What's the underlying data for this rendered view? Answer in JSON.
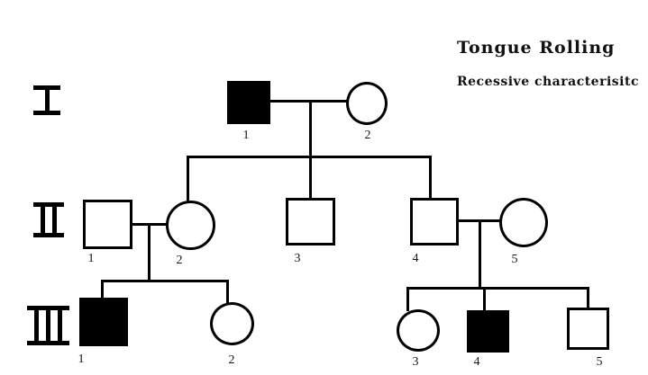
{
  "header": {
    "title": "Tongue Rolling",
    "subtitle": "Recessive characterisitc"
  },
  "pedigree": {
    "trait": "Tongue Rolling",
    "inheritance": "Recessive",
    "generations": [
      {
        "label": "I",
        "individuals": [
          {
            "number": "1",
            "sex": "male",
            "affected": true
          },
          {
            "number": "2",
            "sex": "female",
            "affected": false
          }
        ]
      },
      {
        "label": "II",
        "individuals": [
          {
            "number": "1",
            "sex": "male",
            "affected": false
          },
          {
            "number": "2",
            "sex": "female",
            "affected": false
          },
          {
            "number": "3",
            "sex": "male",
            "affected": false
          },
          {
            "number": "4",
            "sex": "male",
            "affected": false
          },
          {
            "number": "5",
            "sex": "female",
            "affected": false
          }
        ]
      },
      {
        "label": "III",
        "individuals": [
          {
            "number": "1",
            "sex": "male",
            "affected": true
          },
          {
            "number": "2",
            "sex": "female",
            "affected": false
          },
          {
            "number": "3",
            "sex": "female",
            "affected": false
          },
          {
            "number": "4",
            "sex": "male",
            "affected": true
          },
          {
            "number": "5",
            "sex": "male",
            "affected": false
          }
        ]
      }
    ],
    "matings": [
      {
        "partners": [
          "I-1",
          "I-2"
        ],
        "children": [
          "II-2",
          "II-3",
          "II-4"
        ]
      },
      {
        "partners": [
          "II-1",
          "II-2"
        ],
        "children": [
          "III-1",
          "III-2"
        ]
      },
      {
        "partners": [
          "II-4",
          "II-5"
        ],
        "children": [
          "III-3",
          "III-4",
          "III-5"
        ]
      }
    ],
    "colors": {
      "line": "#000000",
      "affected_fill": "#000000",
      "background": "#ffffff"
    }
  }
}
